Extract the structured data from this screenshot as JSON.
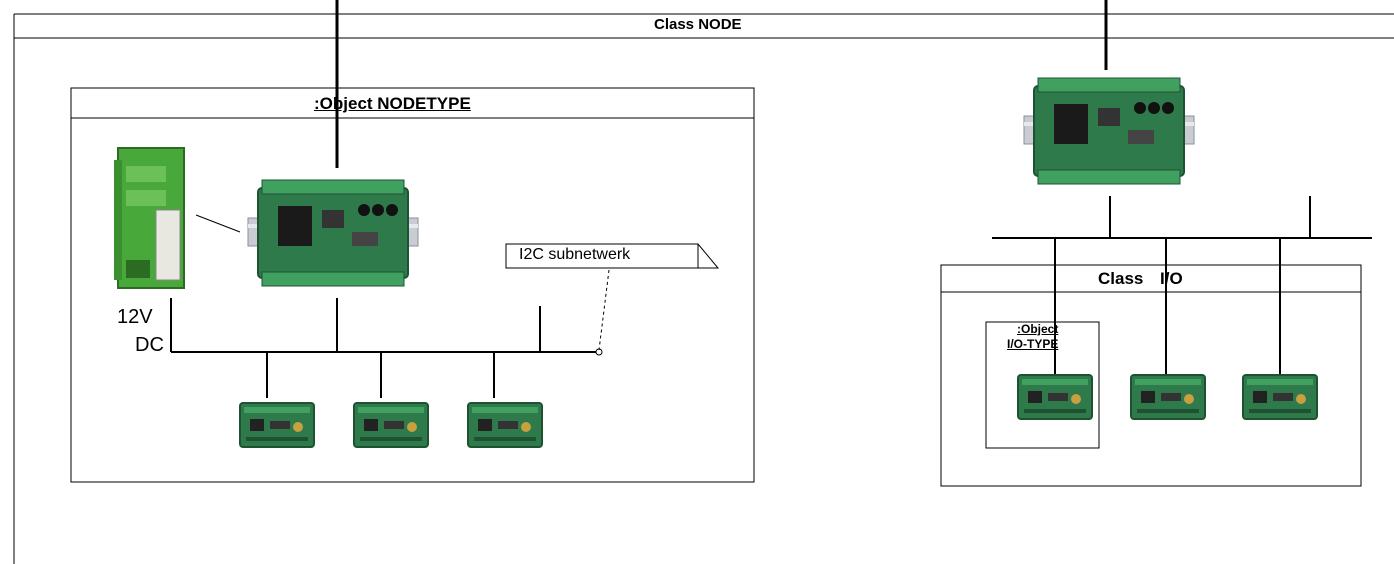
{
  "outer_frame": {
    "title": "Class NODE"
  },
  "nodetype_box": {
    "title": ":Object NODETYPE"
  },
  "power_label": {
    "line1": "12V",
    "line2": "DC"
  },
  "note": {
    "text": "I2C subnetwerk"
  },
  "io_class_box": {
    "title_class": "Class",
    "title_io": "I/O"
  },
  "io_object_box": {
    "line1": ":Object",
    "line2": "I/O-TYPE"
  },
  "colors": {
    "pcb_green": "#2f7a4a",
    "pcb_dark": "#1f5233",
    "terminal_green": "#3fa060",
    "rail_gray": "#c9cdd3",
    "psu_green": "#49a83a",
    "line": "#000000"
  }
}
